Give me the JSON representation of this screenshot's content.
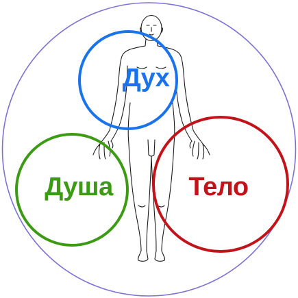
{
  "labels": {
    "spirit": "Дух",
    "soul": "Душа",
    "body": "Тело"
  },
  "colors": {
    "outer_circle": "#7b72d4",
    "spirit": "#1a73e8",
    "soul": "#3c9a14",
    "body": "#c0141a",
    "figure_outline": "#1a1a1a"
  },
  "icons": {
    "figure": "human-figure-icon"
  }
}
